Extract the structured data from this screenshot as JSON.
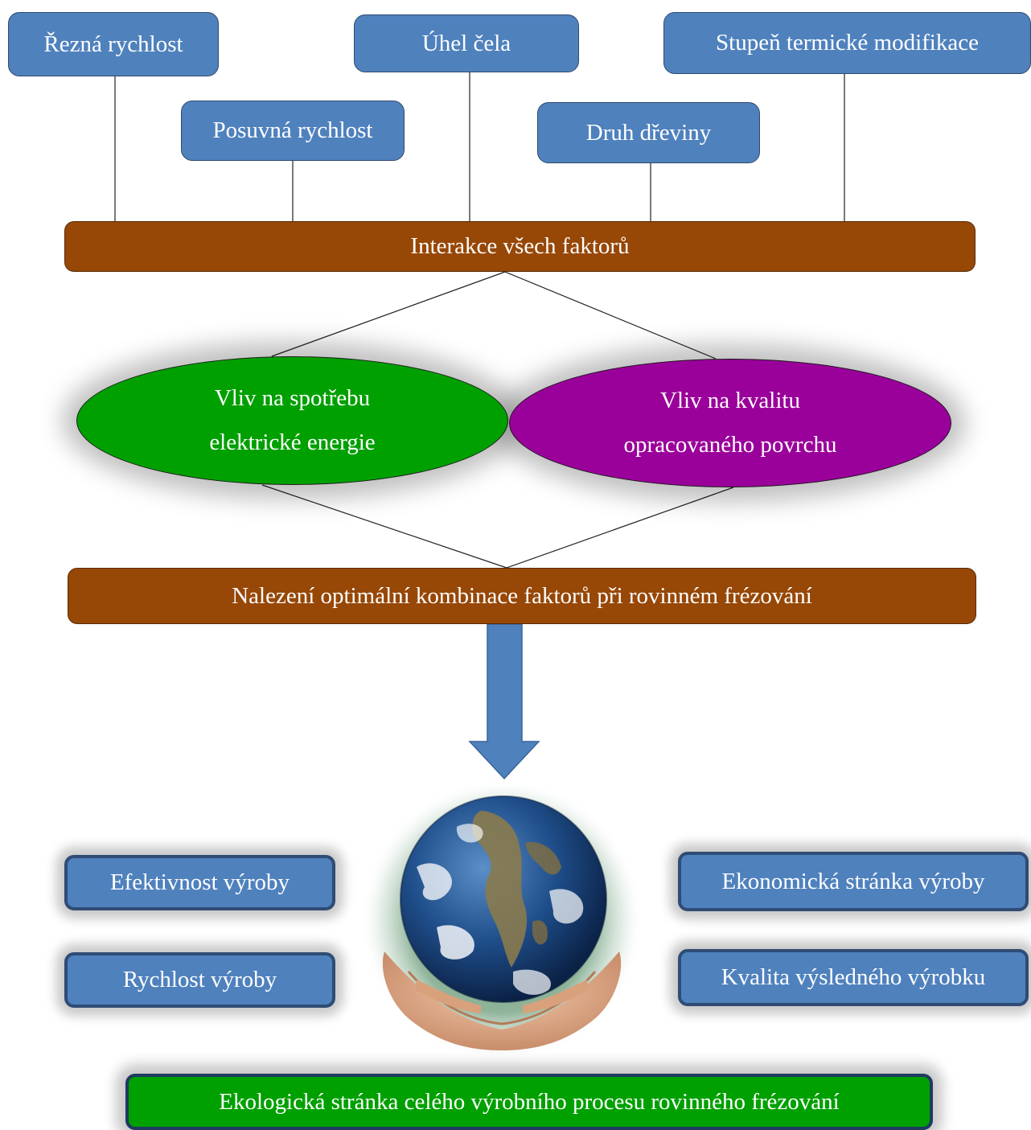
{
  "factors": {
    "cutting_speed": "Řezná rychlost",
    "feed_speed": "Posuvná rychlost",
    "rake_angle": "Úhel čela",
    "wood_species": "Druh dřeviny",
    "thermal_modification": "Stupeň termické modifikace"
  },
  "interaction_bar": "Interakce všech faktorů",
  "effects": {
    "energy_line1": "Vliv na spotřebu",
    "energy_line2": "elektrické energie",
    "surface_line1": "Vliv na kvalitu",
    "surface_line2": "opracovaného povrchu"
  },
  "optimal_bar": "Nalezení optimální kombinace faktorů při rovinném frézování",
  "outcomes": {
    "efficiency": "Efektivnost výroby",
    "speed": "Rychlost výroby",
    "economic": "Ekonomická stránka výroby",
    "quality": "Kvalita výsledného výrobku"
  },
  "ecology_bar": "Ekologická stránka celého výrobního procesu rovinného frézování",
  "colors": {
    "factor_blue": "#4f81bd",
    "bar_brown": "#974706",
    "ellipse_green": "#00a000",
    "ellipse_purple": "#9a009a",
    "eco_green": "#00a000"
  },
  "icons": {
    "globe": "earth-in-hands-icon",
    "arrow": "down-arrow-icon"
  }
}
